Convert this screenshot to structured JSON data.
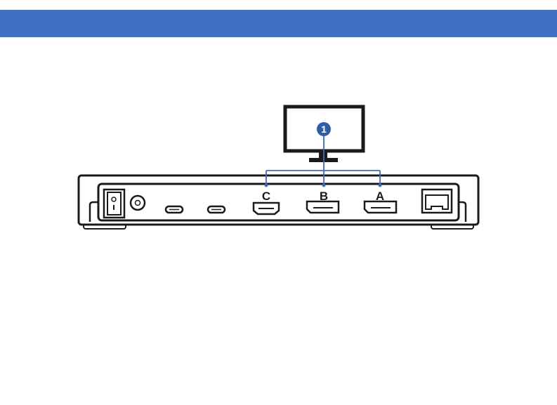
{
  "header": {
    "title": ""
  },
  "ports": {
    "a_label": "A",
    "b_label": "B",
    "c_label": "C"
  },
  "callout": {
    "number": "1"
  },
  "colors": {
    "header": "#3e6fc0",
    "callout": "#2f5ea8",
    "leader": "#3b6cc0",
    "outline": "#1a1a1a"
  }
}
